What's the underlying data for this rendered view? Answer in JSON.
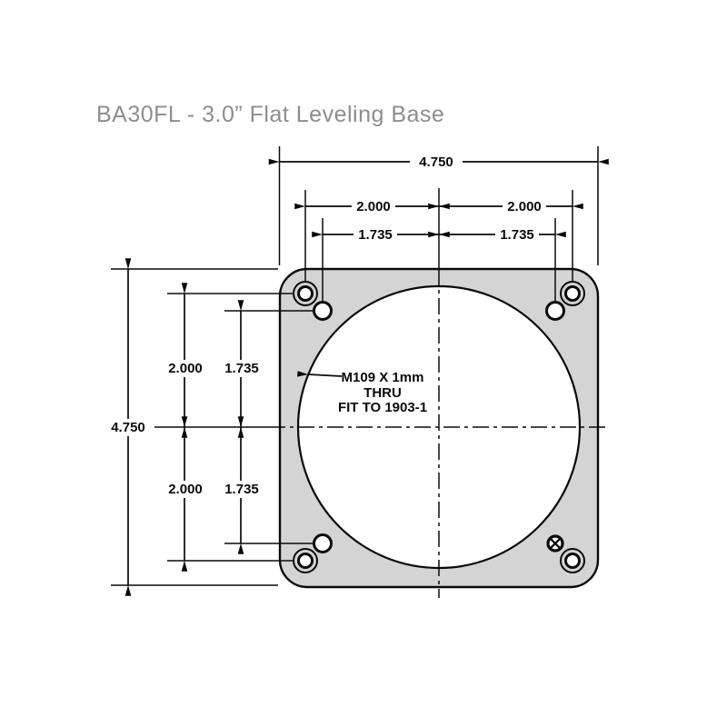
{
  "title": {
    "text": "BA30FL - 3.0” Flat Leveling Base"
  },
  "colors": {
    "background": "#ffffff",
    "plate_fill": "#d4d4d4",
    "line": "#0a0a0a",
    "title": "#8e8e8e"
  },
  "dims": {
    "top_overall": "4.750",
    "top_left_outer": "2.000",
    "top_right_outer": "2.000",
    "top_left_inner": "1.735",
    "top_right_inner": "1.735",
    "left_overall": "4.750",
    "left_upper_outer": "2.000",
    "left_upper_inner": "1.735",
    "left_lower_outer": "2.000",
    "left_lower_inner": "1.735"
  },
  "annotation": {
    "line1": "M109 X 1mm",
    "line2": "THRU",
    "line3": "FIT TO 1903-1"
  }
}
